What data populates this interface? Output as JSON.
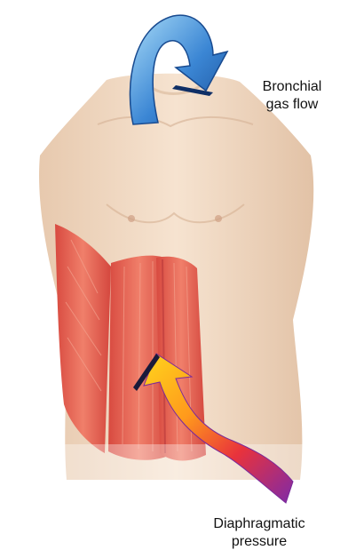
{
  "labels": {
    "bronchial": [
      "Bronchial",
      "gas flow"
    ],
    "diaphragmatic": [
      "Diaphragmatic",
      "pressure"
    ]
  },
  "colors": {
    "skin": "#eed6bf",
    "skin_shadow": "#d9b79b",
    "muscle": "#e0584a",
    "muscle_light": "#f08a73",
    "arrow_blue_dark": "#1f5fae",
    "arrow_blue_light": "#9fd3f5",
    "arrow_gradient": [
      "#ffd21a",
      "#ff8a1a",
      "#e0303a",
      "#8a2aa6"
    ]
  },
  "icons": {
    "top_arrow": "curved-arrow-down-right-icon",
    "bottom_arrow": "curved-arrow-up-icon"
  }
}
